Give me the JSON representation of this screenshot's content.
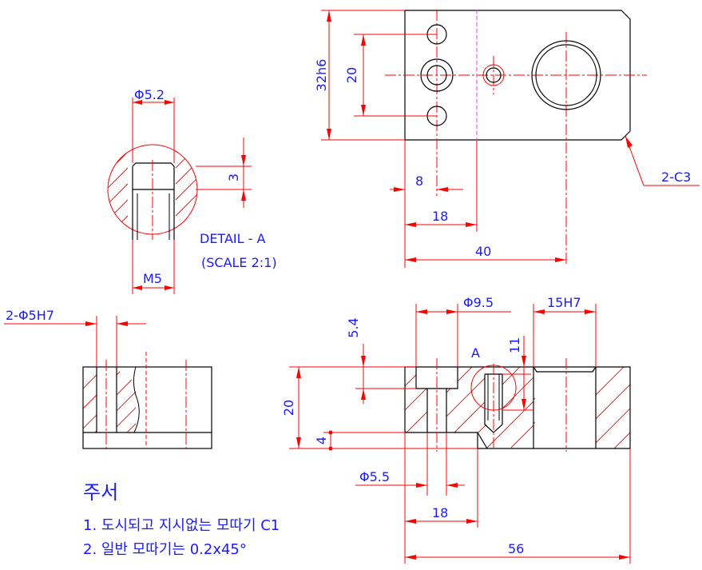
{
  "colors": {
    "object": "#000000",
    "dimension": "#ff0000",
    "text": "#1a1aff",
    "phantom": "#e040e0"
  },
  "dims": {
    "top_height": "32h6",
    "top_pitch": "20",
    "top_chamfer": "2-C3",
    "top_8": "8",
    "top_18": "18",
    "top_40": "40",
    "detail_dia": "Φ5.2",
    "detail_depth": "3",
    "detail_thread": "M5",
    "side_holes": "2-Φ5H7",
    "front_5_4": "5.4",
    "front_dia95": "Φ9.5",
    "front_15h7": "15H7",
    "front_11": "11",
    "front_20": "20",
    "front_4": "4",
    "front_dia55": "Φ5.5",
    "front_18": "18",
    "front_56": "56",
    "detail_marker": "A"
  },
  "detail": {
    "title": "DETAIL - A",
    "scale": "(SCALE 2:1)"
  },
  "notes": {
    "title": "주서",
    "line1": "1. 도시되고 지시없는 모따기 C1",
    "line2": "2. 일반 모따기는 0.2x45°"
  }
}
